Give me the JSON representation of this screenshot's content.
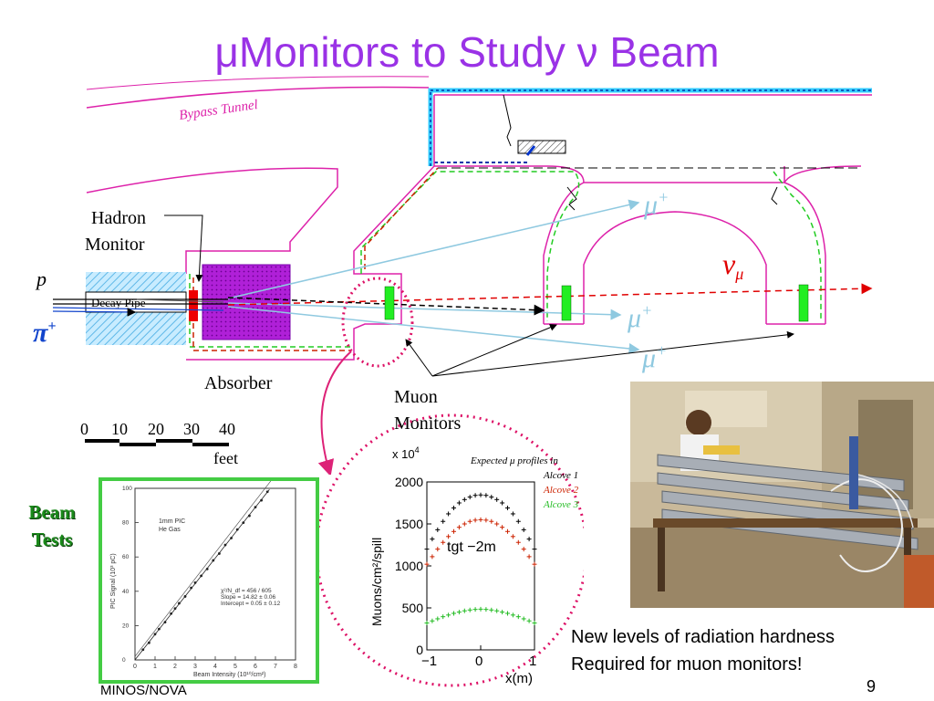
{
  "title": "μMonitors to Study ν Beam",
  "diagram": {
    "bypass_tunnel": "Bypass Tunnel",
    "hadron_monitor": [
      "Hadron",
      "Monitor"
    ],
    "decay_pipe": "Decay Pipe",
    "proton": "p",
    "pion": "π",
    "pion_sup": "+",
    "absorber": "Absorber",
    "muon_monitors": [
      "Muon",
      "Monitors"
    ],
    "mu_plus": "μ",
    "mu_sup": "+",
    "nu_mu": "ν",
    "nu_sub": "μ",
    "scale_ticks": [
      "0",
      "10",
      "20",
      "30",
      "40"
    ],
    "scale_unit": "feet"
  },
  "beam_tests_label": [
    "Beam",
    "Tests"
  ],
  "chart_data": [
    {
      "type": "scatter",
      "title": "",
      "xlabel": "Beam Intensity (10¹⁰/cm²)",
      "ylabel": "PIC Signal (10³ pC)",
      "xlim": [
        0,
        8
      ],
      "ylim": [
        0,
        100
      ],
      "xticks": [
        "0",
        "1",
        "2",
        "3",
        "4",
        "5",
        "6",
        "7",
        "8"
      ],
      "yticks": [
        "0",
        "20",
        "40",
        "60",
        "80",
        "100"
      ],
      "annotations": [
        "1mm PIC",
        "He Gas",
        "χ²/N_df = 456 / 605",
        "Slope = 14.82 ± 0.06",
        "Intercept = 0.05 ± 0.12"
      ],
      "fit": {
        "slope": 14.82,
        "intercept": 0.05
      },
      "x": [
        0.4,
        0.7,
        1.0,
        1.2,
        1.5,
        1.8,
        2.0,
        2.2,
        2.5,
        2.8,
        3.0,
        3.3,
        3.6,
        3.9,
        4.2,
        4.5,
        4.8,
        5.1,
        5.4,
        5.7,
        6.0,
        6.3,
        6.6
      ],
      "y": [
        6,
        10,
        15,
        18,
        22,
        27,
        30,
        33,
        37,
        42,
        45,
        49,
        53,
        58,
        62,
        67,
        71,
        76,
        80,
        84,
        89,
        93,
        98
      ]
    },
    {
      "type": "line",
      "title": "",
      "multiplier": "x 10",
      "multiplier_exp": "4",
      "xlabel": "x(m)",
      "ylabel": "Muons/cm²/spill",
      "xlim": [
        -1,
        1
      ],
      "ylim": [
        0,
        2000
      ],
      "xticks": [
        "−1",
        "0",
        "1"
      ],
      "yticks": [
        "0",
        "500",
        "1000",
        "1500",
        "2000"
      ],
      "legend_title": "Expected μ profiles in",
      "annotation": "tgt −2m",
      "x": [
        -1.0,
        -0.9,
        -0.8,
        -0.7,
        -0.6,
        -0.5,
        -0.4,
        -0.3,
        -0.2,
        -0.1,
        0.0,
        0.1,
        0.2,
        0.3,
        0.4,
        0.5,
        0.6,
        0.7,
        0.8,
        0.9,
        1.0
      ],
      "series": [
        {
          "name": "Alcove 1",
          "color": "#000000",
          "values": [
            1200,
            1320,
            1430,
            1530,
            1620,
            1690,
            1750,
            1790,
            1820,
            1840,
            1845,
            1840,
            1820,
            1790,
            1750,
            1690,
            1620,
            1530,
            1430,
            1320,
            1200
          ]
        },
        {
          "name": "Alcove 2",
          "color": "#cc2200",
          "values": [
            1020,
            1110,
            1200,
            1280,
            1350,
            1410,
            1460,
            1500,
            1530,
            1545,
            1550,
            1545,
            1530,
            1500,
            1460,
            1410,
            1350,
            1280,
            1200,
            1110,
            1020
          ]
        },
        {
          "name": "Alcove 3",
          "color": "#22bb22",
          "values": [
            320,
            345,
            370,
            395,
            415,
            435,
            450,
            465,
            475,
            482,
            485,
            482,
            475,
            465,
            450,
            435,
            415,
            395,
            370,
            345,
            320
          ]
        }
      ]
    }
  ],
  "caption": [
    "New levels of radiation hardness",
    "Required for muon monitors!"
  ],
  "footer": "MINOS/NOVA",
  "page_number": "9",
  "colors": {
    "title": "#9a32e6",
    "muon": "#8fc9e0",
    "neutrino": "#e00000",
    "pink": "#dd22aa",
    "green": "#22ee22",
    "cyan": "#33ccff"
  }
}
